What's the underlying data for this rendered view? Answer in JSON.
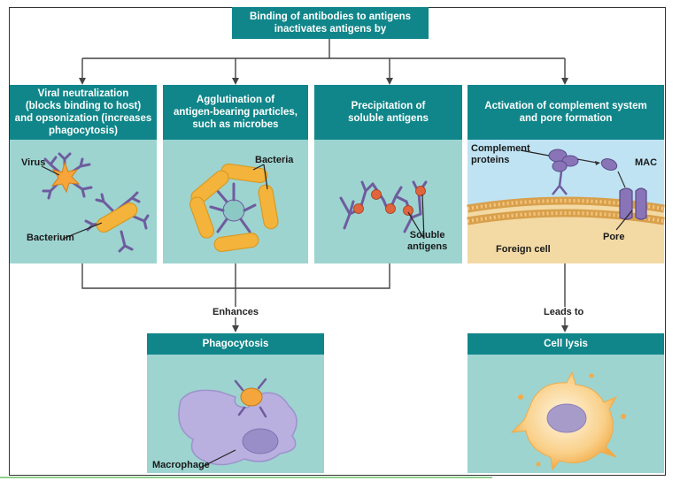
{
  "title": "Binding of antibodies to antigens\ninactivates antigens by",
  "mechanisms": [
    {
      "title": "Viral neutralization\n(blocks binding to host)\nand opsonization (increases\nphagocytosis)",
      "labels": [
        "Virus",
        "Bacterium"
      ]
    },
    {
      "title": "Agglutination of\nantigen-bearing particles,\nsuch as microbes",
      "labels": [
        "Bacteria"
      ]
    },
    {
      "title": "Precipitation of\nsoluble antigens",
      "labels": [
        "Soluble\nantigens"
      ]
    },
    {
      "title": "Activation of complement system\nand pore formation",
      "labels": [
        "Complement\nproteins",
        "MAC",
        "Pore",
        "Foreign cell"
      ]
    }
  ],
  "connectors": {
    "enhances": "Enhances",
    "leads_to": "Leads to"
  },
  "outcomes": [
    {
      "title": "Phagocytosis",
      "label": "Macrophage"
    },
    {
      "title": "Cell lysis"
    }
  ],
  "colors": {
    "header": "#10868a",
    "panel": "#9dd4d0",
    "bacteria": "#f4b43c",
    "antibody": "#6e5c9e",
    "antigen": "#e0643c",
    "membrane": "#e9b86c",
    "plasma": "#bfe3f3"
  }
}
